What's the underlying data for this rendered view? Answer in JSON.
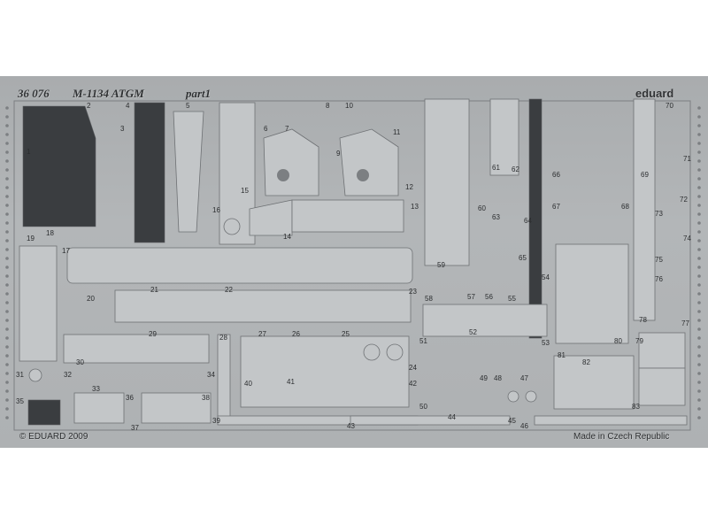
{
  "sheet": {
    "product_code": "36 076",
    "title": "M-1134 ATGM",
    "part_label": "part1",
    "brand": "eduard",
    "copyright": "© EDUARD 2009",
    "origin": "Made in Czech Republic"
  },
  "part_numbers": [
    "1",
    "2",
    "3",
    "4",
    "5",
    "6",
    "7",
    "8",
    "9",
    "10",
    "11",
    "12",
    "13",
    "14",
    "15",
    "16",
    "17",
    "18",
    "19",
    "20",
    "21",
    "22",
    "23",
    "24",
    "25",
    "26",
    "27",
    "28",
    "29",
    "30",
    "31",
    "32",
    "33",
    "34",
    "35",
    "36",
    "37",
    "38",
    "39",
    "40",
    "41",
    "42",
    "43",
    "44",
    "45",
    "46",
    "47",
    "48",
    "49",
    "50",
    "51",
    "52",
    "53",
    "54",
    "55",
    "56",
    "57",
    "58",
    "59",
    "60",
    "61",
    "62",
    "63",
    "64",
    "65",
    "66",
    "67",
    "68",
    "69",
    "70",
    "71",
    "72",
    "73",
    "74",
    "75",
    "76",
    "77",
    "78",
    "79",
    "80",
    "81",
    "82",
    "83"
  ],
  "colors": {
    "fret_metal": "#b3b6b8",
    "etch_dark": "#3a3d40",
    "background": "#ffffff"
  }
}
